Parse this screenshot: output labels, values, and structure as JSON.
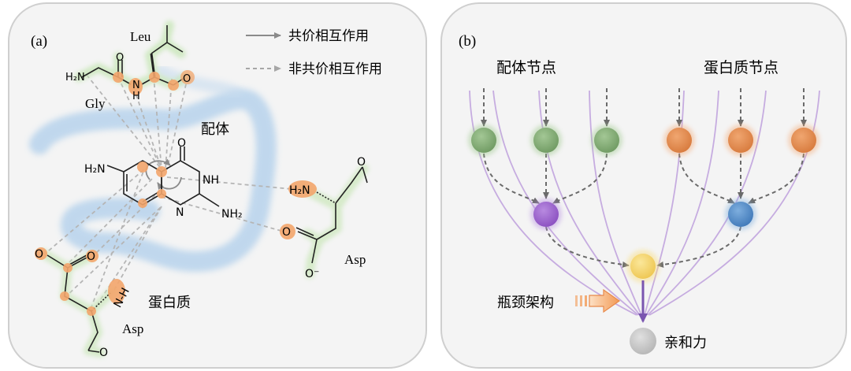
{
  "panel_a": {
    "tag": "(a)",
    "legend": {
      "covalent": "共价相互作用",
      "noncovalent": "非共价相互作用"
    },
    "ligand_label": "配体",
    "protein_label": "蛋白质",
    "residues": {
      "leu": "Leu",
      "gly": "Gly",
      "asp_right": "Asp",
      "asp_bottom": "Asp"
    },
    "atoms": {
      "h2n_gly": "H₂N",
      "o_gly": "O",
      "nh_gly": "N",
      "h_gly": "H",
      "o_leu": "O",
      "h2n_ring": "H₂N",
      "o_ring": "O",
      "nh_ring": "NH",
      "n_ring": "N",
      "nh2_ring": "NH₂",
      "h2n_asp": "H₂N",
      "o_asp_top": "O",
      "o_asp_acid": "O",
      "o_minus": "O⁻",
      "o_bl_left": "O",
      "o_bl_right": "O",
      "nh_bl": "N-H",
      "o_bl_bottom": "O"
    }
  },
  "panel_b": {
    "tag": "(b)",
    "ligand_nodes_label": "配体节点",
    "protein_nodes_label": "蛋白质节点",
    "bottleneck_label": "瓶颈架构",
    "affinity_label": "亲和力",
    "colors": {
      "ligand": "#7faa72",
      "protein": "#e08a4f",
      "ligand_pool": "#9b62c8",
      "protein_pool": "#4c86c4",
      "bottleneck": "#f3d36a",
      "affinity": "#c9c9c9"
    }
  }
}
